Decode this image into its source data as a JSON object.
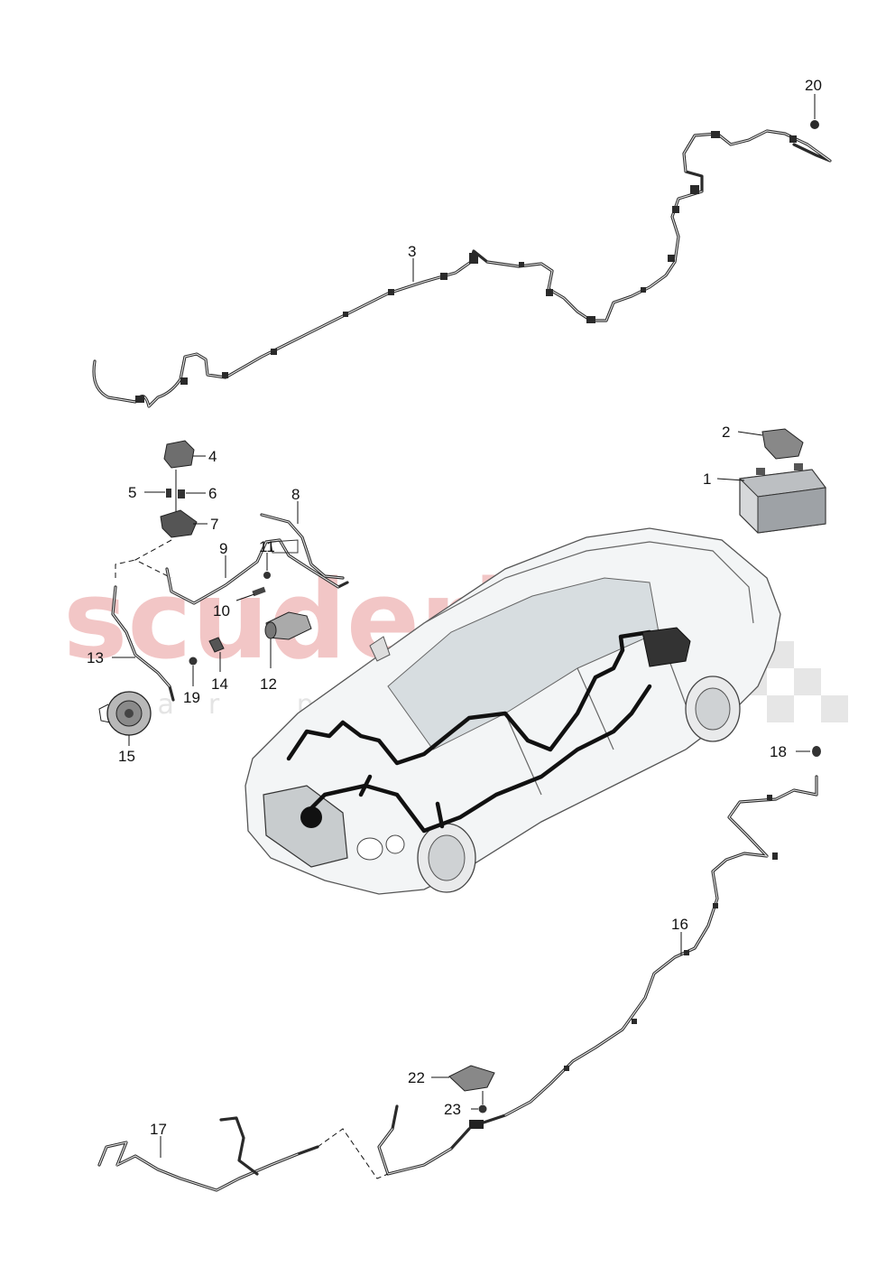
{
  "watermark": {
    "brand": "scuderia",
    "sub": "car parts"
  },
  "callouts": [
    {
      "id": "20",
      "text": "20"
    },
    {
      "id": "3",
      "text": "3"
    },
    {
      "id": "2",
      "text": "2"
    },
    {
      "id": "1",
      "text": "1"
    },
    {
      "id": "4",
      "text": "4"
    },
    {
      "id": "5",
      "text": "5"
    },
    {
      "id": "6",
      "text": "6"
    },
    {
      "id": "7",
      "text": "7"
    },
    {
      "id": "8",
      "text": "8"
    },
    {
      "id": "9",
      "text": "9"
    },
    {
      "id": "11",
      "text": "11"
    },
    {
      "id": "10",
      "text": "10"
    },
    {
      "id": "13",
      "text": "13"
    },
    {
      "id": "12",
      "text": "12"
    },
    {
      "id": "14",
      "text": "14"
    },
    {
      "id": "19",
      "text": "19"
    },
    {
      "id": "15",
      "text": "15"
    },
    {
      "id": "18",
      "text": "18"
    },
    {
      "id": "16",
      "text": "16"
    },
    {
      "id": "22",
      "text": "22"
    },
    {
      "id": "23",
      "text": "23"
    },
    {
      "id": "17",
      "text": "17"
    }
  ],
  "colors": {
    "line": "#2a2a2a",
    "watermark_red": "#f2c6c6",
    "watermark_grey": "#e4e4e4"
  }
}
